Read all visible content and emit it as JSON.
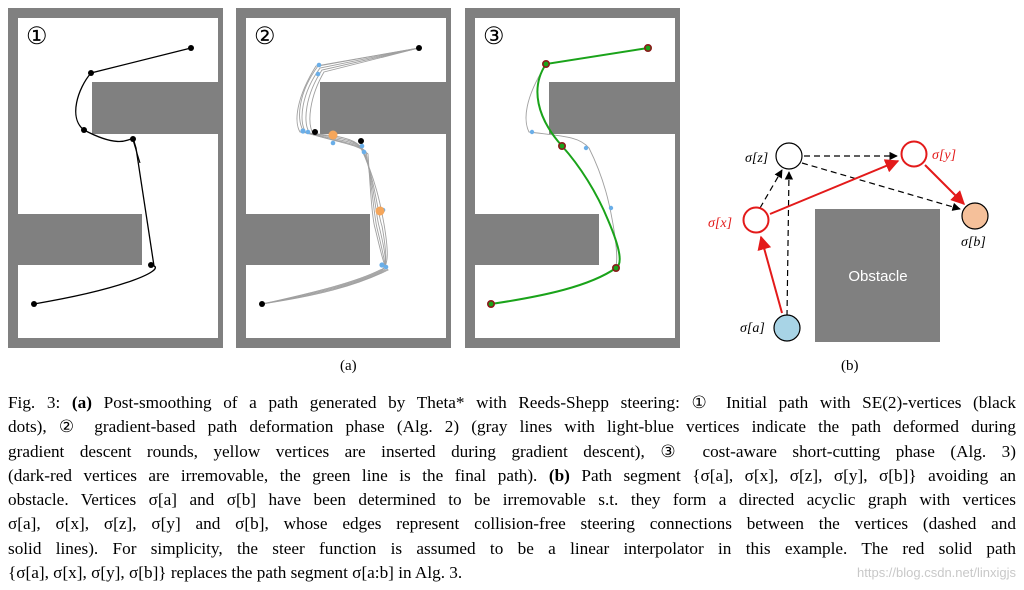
{
  "panels": [
    {
      "badge": "①"
    },
    {
      "badge": "②"
    },
    {
      "badge": "③"
    }
  ],
  "panel_b": {
    "nodes": {
      "a": "σ[a]",
      "x": "σ[x]",
      "z": "σ[z]",
      "y": "σ[y]",
      "b": "σ[b]"
    },
    "obstacle_label": "Obstacle"
  },
  "sub_labels": {
    "a": "(a)",
    "b": "(b)"
  },
  "caption": {
    "lines": [
      [
        {
          "t": "Fig. 3: "
        },
        {
          "t": "(a)",
          "c": "b"
        },
        {
          "t": " Post-smoothing of a path generated by Theta* with Reeds-Shepp steering: ① Initial path with SE(2)-vertices (black"
        }
      ],
      [
        {
          "t": "dots), ② gradient-based path deformation phase (Alg. 2) (gray lines with light-blue vertices indicate the path deformed during"
        }
      ],
      [
        {
          "t": "gradient descent rounds, yellow vertices are inserted during gradient descent), ③ cost-aware short-cutting phase (Alg. 3)"
        }
      ],
      [
        {
          "t": "(dark-red vertices are irremovable, the green line is the final path). "
        },
        {
          "t": "(b)",
          "c": "b"
        },
        {
          "t": " Path segment {σ[a], σ[x], σ[z], σ[y], σ[b]} avoiding an"
        }
      ],
      [
        {
          "t": "obstacle. Vertices σ[a] and σ[b] have been determined to be irremovable s.t. they form a directed acyclic graph with vertices"
        }
      ],
      [
        {
          "t": "σ[a], σ[x], σ[z], σ[y] and σ[b], whose edges represent collision-free steering connections between the vertices (dashed and"
        }
      ],
      [
        {
          "t": "solid lines). For simplicity, the steer function is assumed to be a linear interpolator in this example. The red solid path"
        }
      ],
      [
        {
          "t": "{σ[a], σ[x], σ[y], σ[b]} replaces the path segment σ[a:b] in Alg. 3."
        }
      ]
    ]
  },
  "watermark": "https://blog.csdn.net/linxigjs",
  "colors": {
    "wall": "#808080",
    "path_black": "#000000",
    "path_gray": "#a0a0a0",
    "vertex_blue": "#6aaee8",
    "vertex_yellow": "#f5a65b",
    "vertex_darkred": "#8b1a1a",
    "path_green": "#1aa31a",
    "red": "#e31a1a",
    "node_b_fill": "#f5c09a",
    "node_a_fill": "#a8d4e6"
  }
}
